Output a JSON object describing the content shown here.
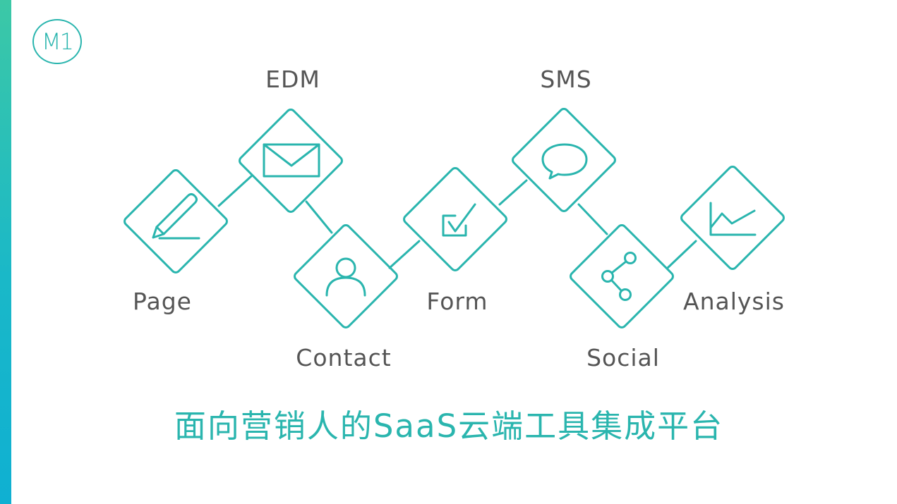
{
  "brand": {
    "logo_text": "M1"
  },
  "tools": [
    {
      "label": "Page",
      "icon": "pencil-icon"
    },
    {
      "label": "EDM",
      "icon": "envelope-icon"
    },
    {
      "label": "Contact",
      "icon": "user-icon"
    },
    {
      "label": "Form",
      "icon": "checkbox-icon"
    },
    {
      "label": "SMS",
      "icon": "chat-bubble-icon"
    },
    {
      "label": "Social",
      "icon": "share-icon"
    },
    {
      "label": "Analysis",
      "icon": "line-chart-icon"
    }
  ],
  "tagline": "面向营销人的SaaS云端工具集成平台",
  "colors": {
    "accent": "#2ab5ae",
    "text": "#555555",
    "sidebar": "#1ab8c8"
  }
}
